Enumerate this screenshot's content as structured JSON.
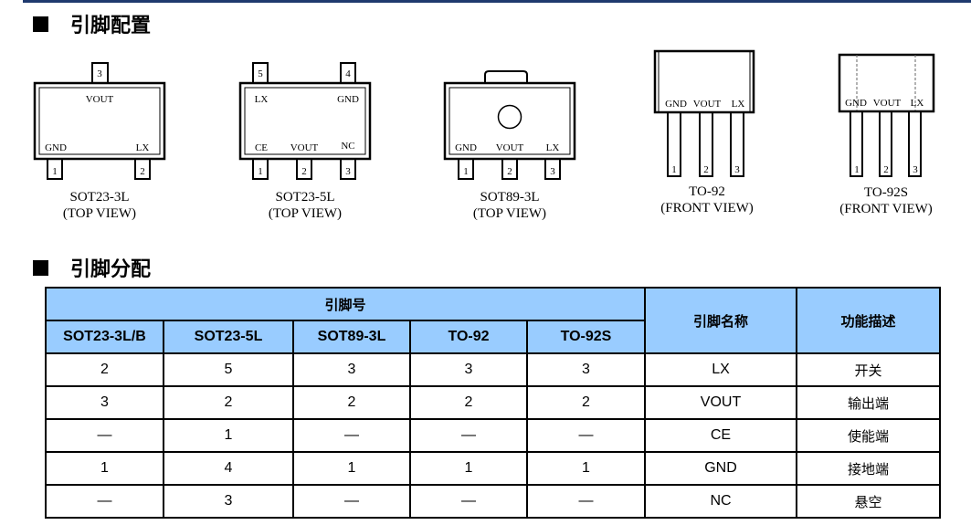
{
  "sections": {
    "pin_config": "引脚配置",
    "pin_assign": "引脚分配"
  },
  "packages": [
    {
      "name": "SOT23-3L",
      "view": "(TOP VIEW)",
      "pins": {
        "1": "GND",
        "2": "LX",
        "3": "VOUT"
      }
    },
    {
      "name": "SOT23-5L",
      "view": "(TOP VIEW)",
      "pins": {
        "1": "CE",
        "2": "VOUT",
        "3": "NC",
        "4": "GND",
        "5": "LX"
      }
    },
    {
      "name": "SOT89-3L",
      "view": "(TOP VIEW)",
      "pins": {
        "1": "GND",
        "2": "VOUT",
        "3": "LX"
      }
    },
    {
      "name": "TO-92",
      "view": "(FRONT VIEW)",
      "pins": {
        "1": "GND",
        "2": "VOUT",
        "3": "LX"
      }
    },
    {
      "name": "TO-92S",
      "view": "(FRONT VIEW)",
      "pins": {
        "1": "GND",
        "2": "VOUT",
        "3": "LX"
      }
    }
  ],
  "table": {
    "group_header": "引脚号",
    "headers": [
      "SOT23-3L/B",
      "SOT23-5L",
      "SOT89-3L",
      "TO-92",
      "TO-92S",
      "引脚名称",
      "功能描述"
    ],
    "rows": [
      [
        "2",
        "5",
        "3",
        "3",
        "3",
        "LX",
        "开关"
      ],
      [
        "3",
        "2",
        "2",
        "2",
        "2",
        "VOUT",
        "输出端"
      ],
      [
        "—",
        "1",
        "—",
        "—",
        "—",
        "CE",
        "使能端"
      ],
      [
        "1",
        "4",
        "1",
        "1",
        "1",
        "GND",
        "接地端"
      ],
      [
        "—",
        "3",
        "—",
        "—",
        "—",
        "NC",
        "悬空"
      ]
    ]
  }
}
